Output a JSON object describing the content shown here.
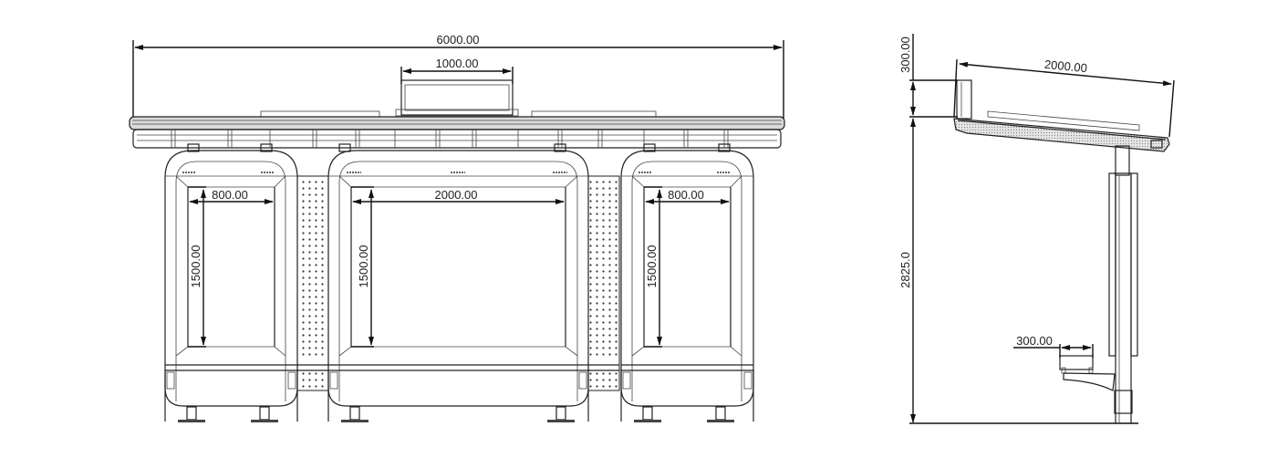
{
  "drawing": {
    "title": "Bus shelter elevation drawing",
    "views": [
      "front-elevation",
      "side-elevation"
    ],
    "line_color": "#222222",
    "background": "#ffffff"
  },
  "front_view": {
    "dimensions": {
      "overall_width": "6000.00",
      "sign_width": "1000.00",
      "left_panel_width": "800.00",
      "left_panel_height": "1500.00",
      "center_panel_width": "2000.00",
      "center_panel_height": "1500.00",
      "right_panel_width": "800.00",
      "right_panel_height": "1500.00"
    }
  },
  "side_view": {
    "dimensions": {
      "sign_height": "300.00",
      "roof_depth": "2000.00",
      "overall_height": "2825.0",
      "bench_depth": "300.00"
    }
  }
}
